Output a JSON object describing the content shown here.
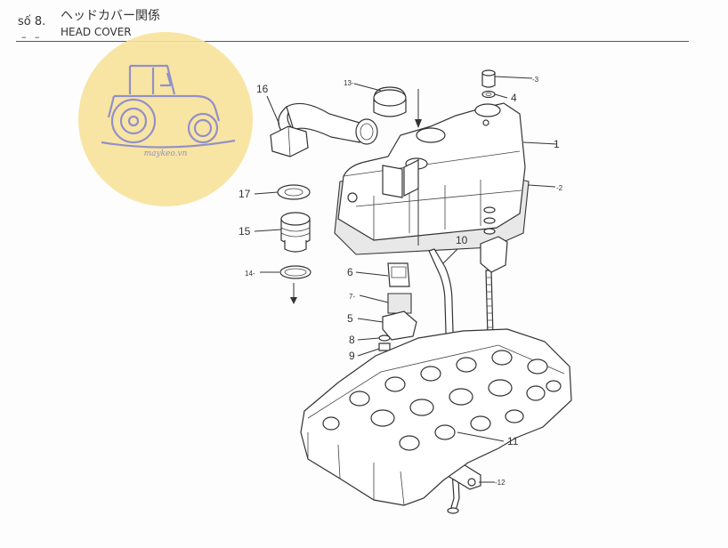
{
  "header": {
    "section_no": "số 8.",
    "dash": "– –",
    "title_jp": "ヘッドカバー関係",
    "title_en": "HEAD COVER"
  },
  "watermark": {
    "icon": "tractor-icon",
    "text": "maykeo.vn",
    "color": "#f8e39c"
  },
  "callouts": [
    {
      "id": "1",
      "text": "1"
    },
    {
      "id": "2",
      "text": "-2"
    },
    {
      "id": "3",
      "text": "-3"
    },
    {
      "id": "4",
      "text": "4"
    },
    {
      "id": "5",
      "text": "5"
    },
    {
      "id": "6",
      "text": "6"
    },
    {
      "id": "7",
      "text": "7-"
    },
    {
      "id": "8",
      "text": "8"
    },
    {
      "id": "9",
      "text": "9"
    },
    {
      "id": "10",
      "text": "10"
    },
    {
      "id": "11",
      "text": "11"
    },
    {
      "id": "12",
      "text": "-12"
    },
    {
      "id": "13",
      "text": "13-"
    },
    {
      "id": "14",
      "text": "14-"
    },
    {
      "id": "15",
      "text": "15"
    },
    {
      "id": "16",
      "text": "16"
    },
    {
      "id": "17",
      "text": "17"
    }
  ]
}
